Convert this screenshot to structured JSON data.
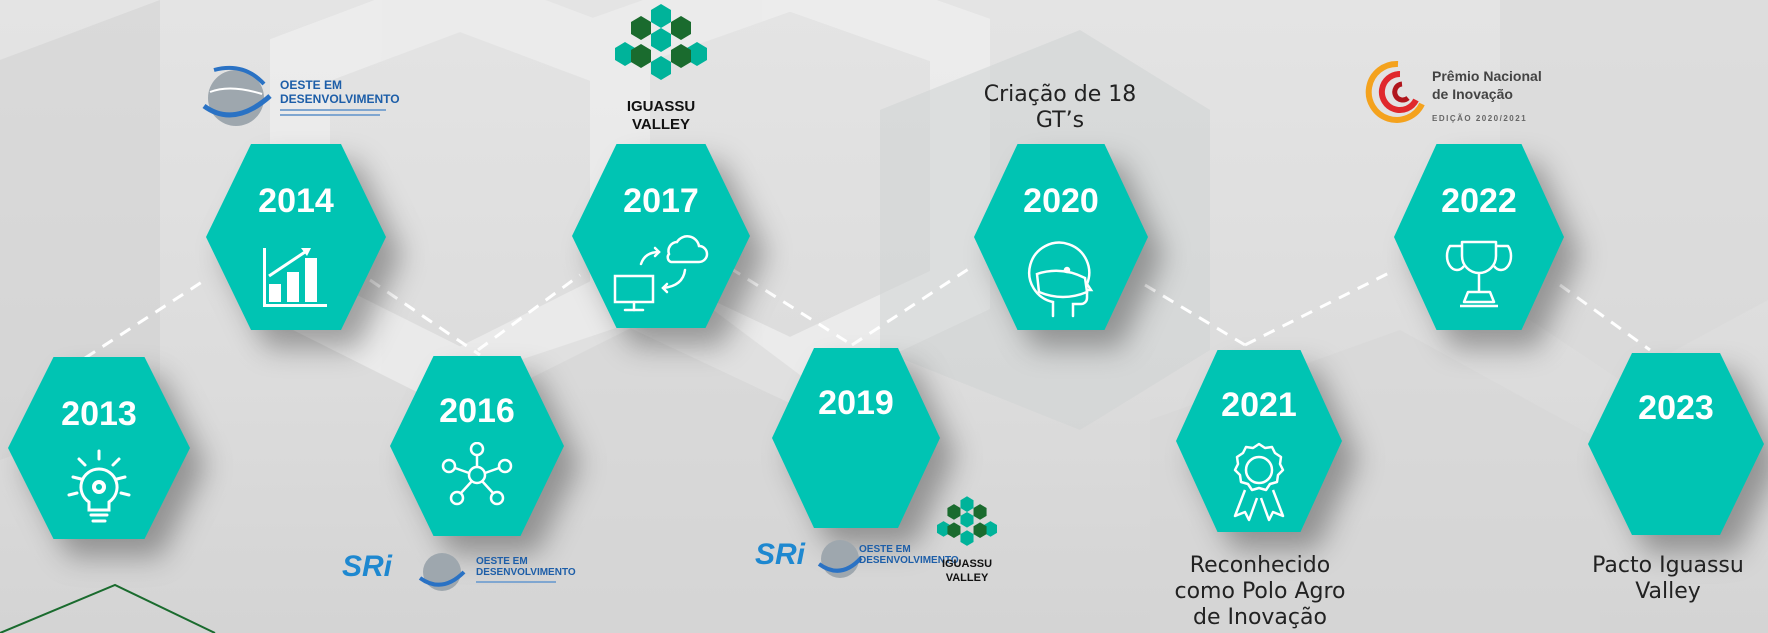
{
  "milestones": {
    "y2013": {
      "year": "2013"
    },
    "y2014": {
      "year": "2014"
    },
    "y2016": {
      "year": "2016"
    },
    "y2017": {
      "year": "2017"
    },
    "y2019": {
      "year": "2019"
    },
    "y2020": {
      "year": "2020",
      "caption_line1": "Criação de 18",
      "caption_line2": "GT’s"
    },
    "y2021": {
      "year": "2021",
      "caption_line1": "Reconhecido",
      "caption_line2": "como Polo Agro",
      "caption_line3": "de Inovação"
    },
    "y2022": {
      "year": "2022"
    },
    "y2023": {
      "year": "2023",
      "caption_line1": "Pacto Iguassu",
      "caption_line2": "Valley"
    }
  },
  "logos": {
    "oeste_title1": "OESTE EM",
    "oeste_title2": "DESENVOLVIMENTO",
    "iguassu_line1": "IGUASSU",
    "iguassu_line2": "VALLEY",
    "sri": "SRi",
    "premio_line1": "Prêmio Nacional",
    "premio_line2": "de Inovação",
    "premio_edition": "EDIÇÃO 2020/2021"
  },
  "colors": {
    "hex_fill": "#00c4b3",
    "iguassu_dark": "#1a6b2e",
    "iguassu_light": "#00b39a",
    "sri_blue": "#1e88d0",
    "premio_red": "#e0282c",
    "premio_orange": "#f4a21d"
  },
  "icons": {
    "y2013": "lightbulb-gear-icon",
    "y2014": "bar-chart-growth-icon",
    "y2016": "network-people-icon",
    "y2017": "computer-cloud-sync-icon",
    "y2019": "none",
    "y2020": "face-mask-icon",
    "y2021": "award-ribbon-icon",
    "y2022": "trophy-icon",
    "y2023": "none"
  }
}
